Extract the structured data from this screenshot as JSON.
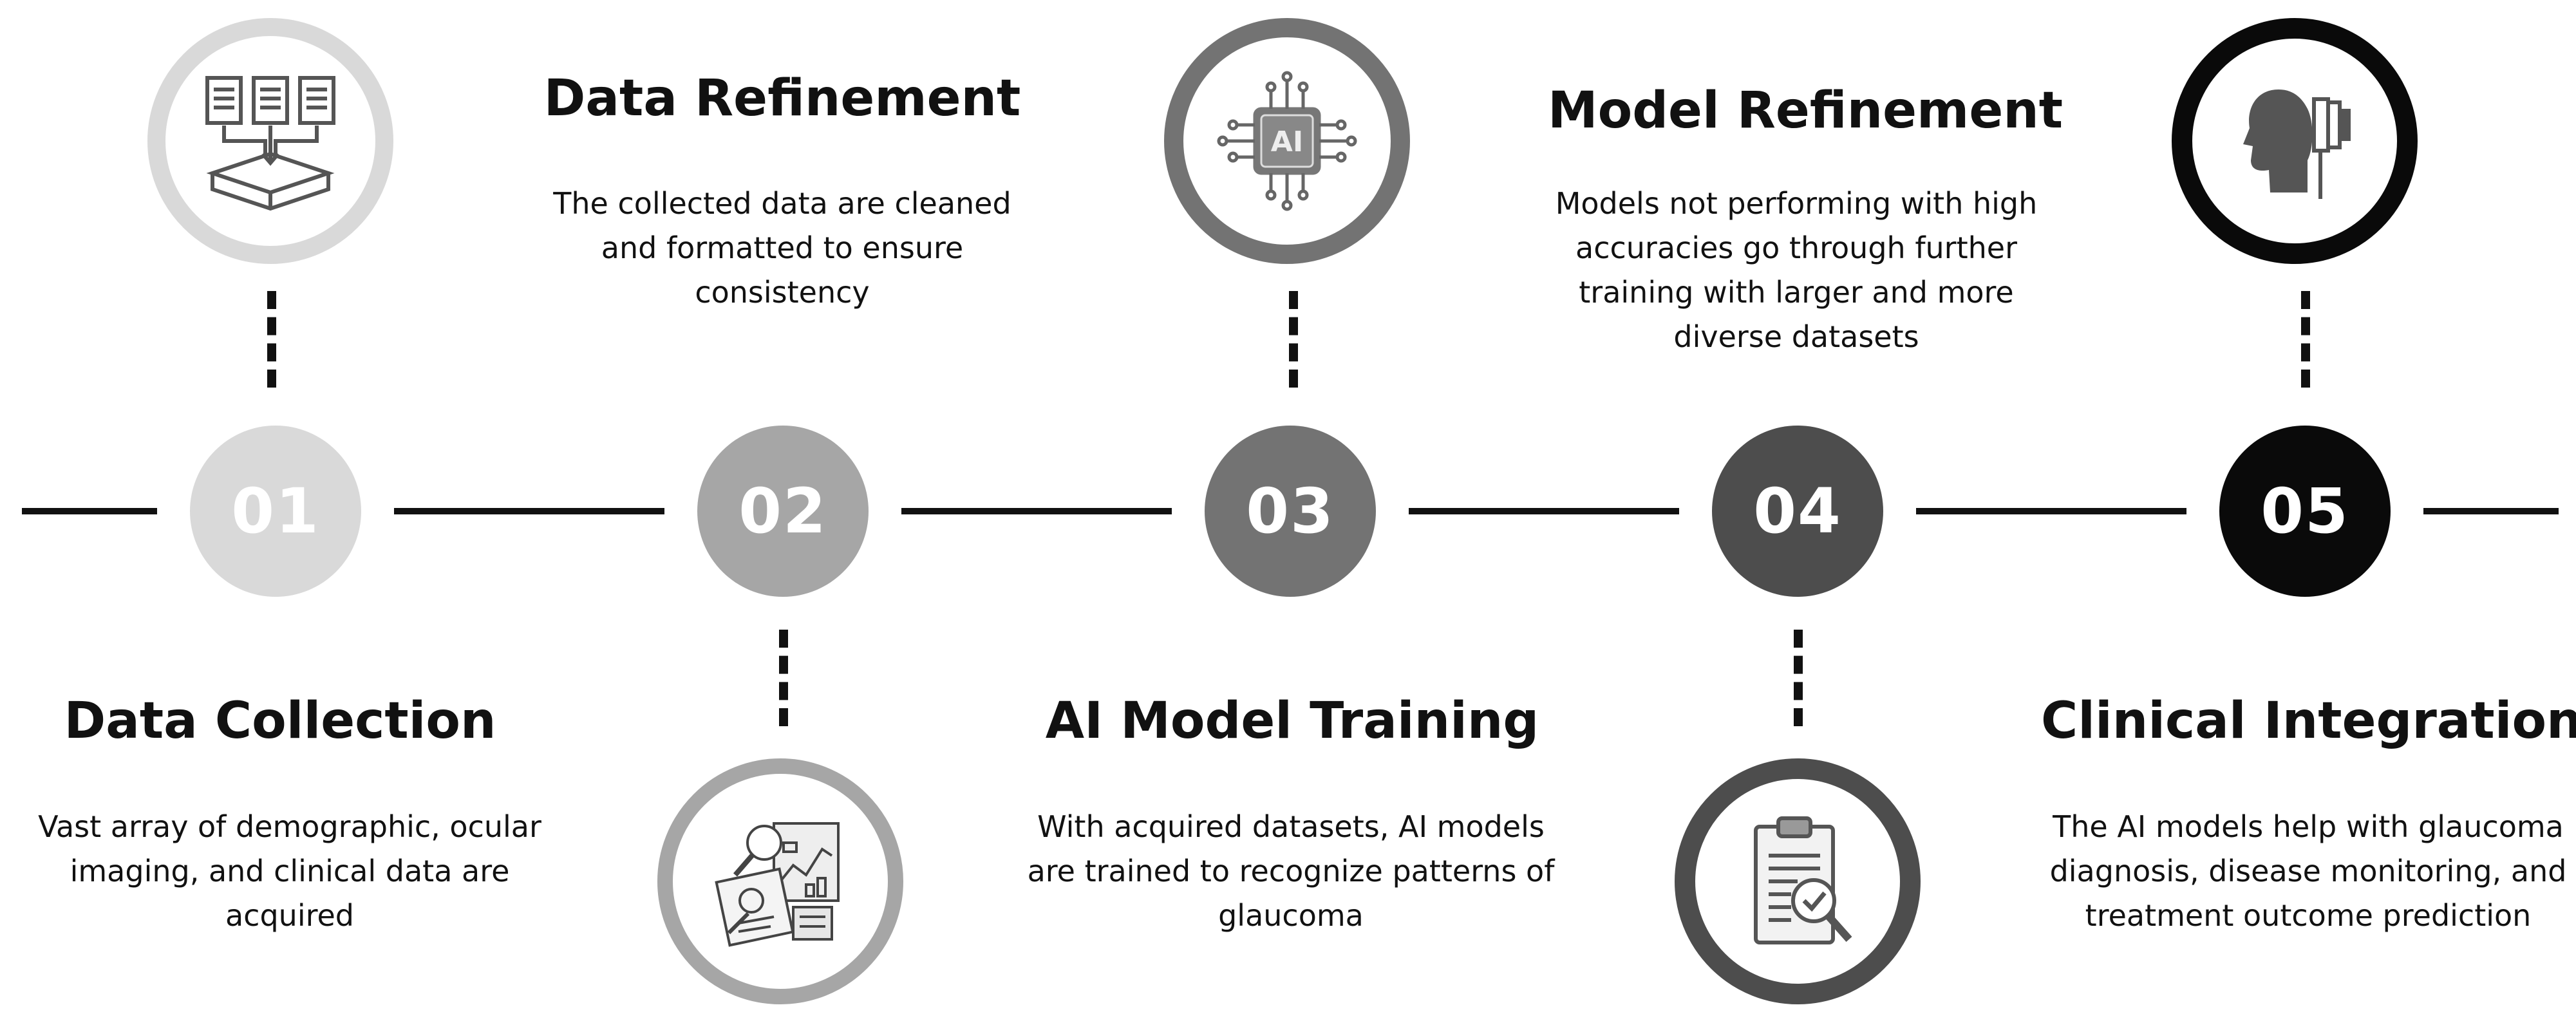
{
  "colors": {
    "step1": "#d9d9d9",
    "step2": "#a6a6a6",
    "step3": "#737373",
    "step4": "#4d4d4d",
    "step5": "#0a0a0a",
    "line": "#111111"
  },
  "steps": [
    {
      "number": "01",
      "title": "Data Collection",
      "description": "Vast array of demographic, ocular imaging, and clinical data are acquired",
      "icon": "documents-to-box-icon"
    },
    {
      "number": "02",
      "title": "Data Refinement",
      "description": "The collected data are cleaned and formatted to ensure consistency",
      "icon": "data-analysis-icon"
    },
    {
      "number": "03",
      "title": "AI Model Training",
      "description": "With acquired datasets, AI models are trained to recognize patterns of glaucoma",
      "icon": "ai-chip-icon",
      "icon_text": "AI"
    },
    {
      "number": "04",
      "title": "Model Refinement",
      "description": "Models not performing with high accuracies go through further training with larger and more diverse datasets",
      "icon": "clipboard-check-icon"
    },
    {
      "number": "05",
      "title": "Clinical Integration",
      "description": "The AI models help with glaucoma diagnosis, disease monitoring, and treatment outcome prediction",
      "icon": "eye-exam-icon"
    }
  ]
}
